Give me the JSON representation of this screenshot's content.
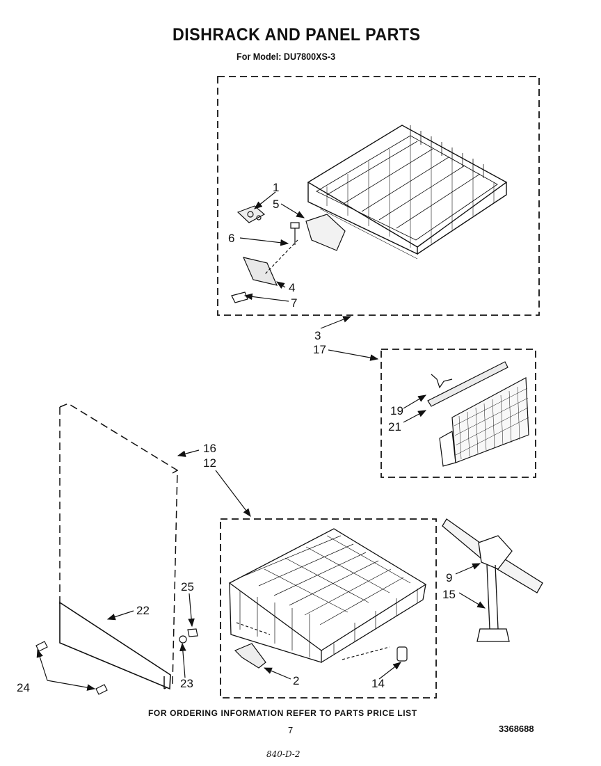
{
  "header": {
    "title": "DISHRACK AND PANEL PARTS",
    "subtitle": "For Model: DU7800XS-3"
  },
  "callouts": [
    {
      "id": "c1",
      "label": "1"
    },
    {
      "id": "c5",
      "label": "5"
    },
    {
      "id": "c6",
      "label": "6"
    },
    {
      "id": "c4",
      "label": "4"
    },
    {
      "id": "c7",
      "label": "7"
    },
    {
      "id": "c3",
      "label": "3"
    },
    {
      "id": "c17",
      "label": "17"
    },
    {
      "id": "c19",
      "label": "19"
    },
    {
      "id": "c21",
      "label": "21"
    },
    {
      "id": "c16",
      "label": "16"
    },
    {
      "id": "c12",
      "label": "12"
    },
    {
      "id": "c25",
      "label": "25"
    },
    {
      "id": "c22",
      "label": "22"
    },
    {
      "id": "c24",
      "label": "24"
    },
    {
      "id": "c23",
      "label": "23"
    },
    {
      "id": "c9",
      "label": "9"
    },
    {
      "id": "c15",
      "label": "15"
    },
    {
      "id": "c2",
      "label": "2"
    },
    {
      "id": "c14",
      "label": "14"
    }
  ],
  "footer": {
    "note": "FOR ORDERING INFORMATION REFER TO PARTS PRICE LIST",
    "page": "7",
    "doc_number": "3368688",
    "handwritten": "840-D-2"
  }
}
